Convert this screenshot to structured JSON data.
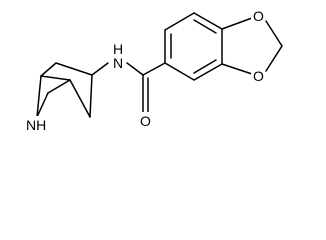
{
  "molecule": {
    "atoms": {
      "nh_amide": "N",
      "h_amide": "H",
      "nh_ring": "NH",
      "o_carbonyl": "O",
      "o_dioxole_top": "O",
      "o_dioxole_bottom": "O"
    }
  }
}
